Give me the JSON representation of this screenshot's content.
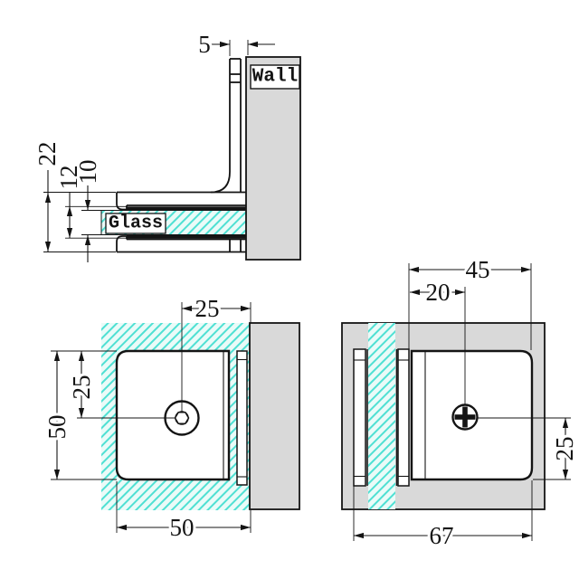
{
  "drawing": {
    "labels": {
      "wall": "Wall",
      "glass": "Glass"
    },
    "side_view": {
      "wall_offset": "5",
      "total_height": "22",
      "opening": "12",
      "glass_thickness": "10"
    },
    "front_view": {
      "center_to_wall": "25",
      "top_to_center": "25",
      "height": "50",
      "width": "50"
    },
    "back_view": {
      "plate_width": "45",
      "edge_to_center": "20",
      "center_to_bottom": "25",
      "overall_depth": "67"
    },
    "colors": {
      "wall_fill": "#d9d9d9",
      "glass_bg": "#eafbf8",
      "glass_hatch": "#4fe0d3",
      "line": "#141414"
    }
  }
}
